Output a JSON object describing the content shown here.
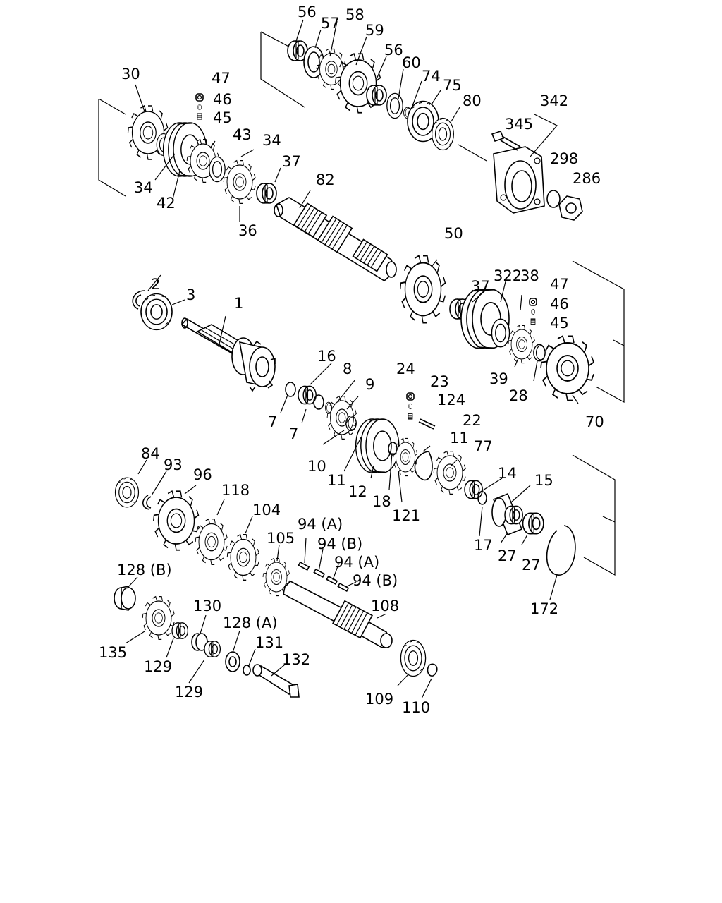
{
  "diagram": {
    "colors": {
      "line": "#000000",
      "background": "#ffffff"
    },
    "labels": {
      "l56a": "56",
      "l57": "57",
      "l58": "58",
      "l59": "59",
      "l56b": "56",
      "l60": "60",
      "l74": "74",
      "l75": "75",
      "l80": "80",
      "l342": "342",
      "l345": "345",
      "l298": "298",
      "l286": "286",
      "l30": "30",
      "l47a": "47",
      "l46a": "46",
      "l45a": "45",
      "l43": "43",
      "l34a": "34",
      "l34b": "34",
      "l42": "42",
      "l37a": "37",
      "l82": "82",
      "l36": "36",
      "l2": "2",
      "l3": "3",
      "l1": "1",
      "l50": "50",
      "l37b": "37",
      "l322": "322",
      "l38": "38",
      "l47b": "47",
      "l46b": "46",
      "l45b": "45",
      "l39": "39",
      "l28": "28",
      "l70": "70",
      "l16": "16",
      "l8": "8",
      "l9": "9",
      "l7a": "7",
      "l7b": "7",
      "l24": "24",
      "l23": "23",
      "l124": "124",
      "l22": "22",
      "l10": "10",
      "l11a": "11",
      "l11b": "11",
      "l12": "12",
      "l18": "18",
      "l121": "121",
      "l77": "77",
      "l14": "14",
      "l15": "15",
      "l17": "17",
      "l27a": "27",
      "l27b": "27",
      "l172": "172",
      "l84": "84",
      "l93": "93",
      "l96": "96",
      "l118": "118",
      "l104": "104",
      "l105": "105",
      "l94a1": "94 (A)",
      "l94b1": "94 (B)",
      "l94a2": "94 (A)",
      "l94b2": "94 (B)",
      "l108": "108",
      "l128b": "128 (B)",
      "l130": "130",
      "l128a": "128 (A)",
      "l131": "131",
      "l132": "132",
      "l135": "135",
      "l129a": "129",
      "l129b": "129",
      "l109": "109",
      "l110": "110"
    }
  }
}
